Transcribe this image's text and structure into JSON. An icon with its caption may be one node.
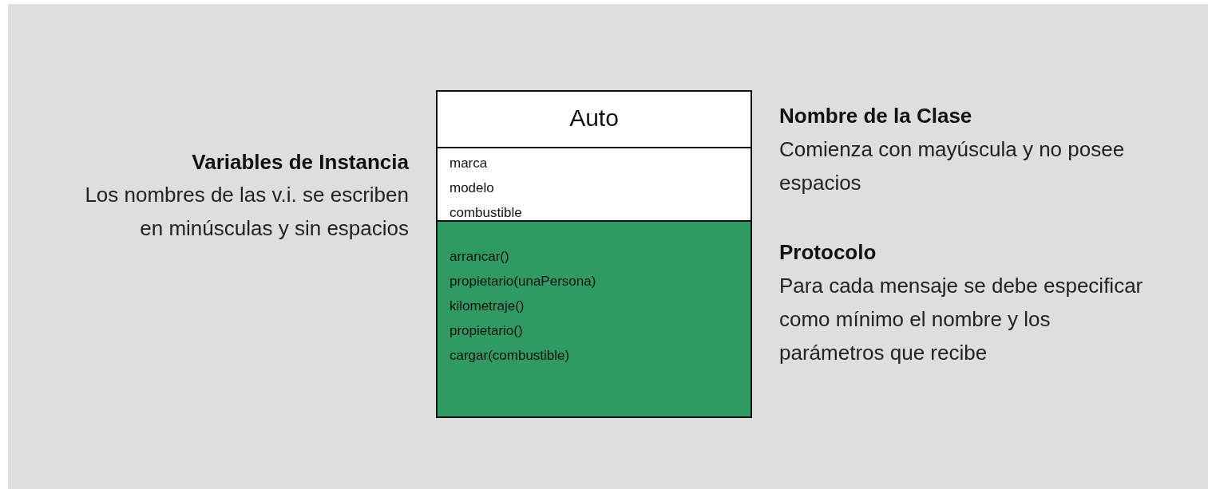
{
  "diagram": {
    "nodes": [
      {
        "text": [],
        "shape": "box"
      },
      {
        "text": [
          "Auto"
        ],
        "in": 0
      },
      {
        "text": [
          "marca",
          "modelo",
          "combustible"
        ],
        "in": 0
      },
      {
        "text": [
          "arrancar()",
          "propietario(unaPersona)",
          "kilometraje()",
          "propietario()",
          "cargar(combustible)"
        ],
        "in": 0
      }
    ],
    "edges": [],
    "labels": [
      "Variables de Instancia",
      "Los nombres de las v.i. se escriben en minúsculas y sin espacios",
      "Nombre de la Clase",
      "Comienza con mayúscula y no posee espacios",
      "Protocolo",
      "Para cada mensaje se debe especificar como mínimo el nombre y los parámetros que recibe"
    ]
  }
}
